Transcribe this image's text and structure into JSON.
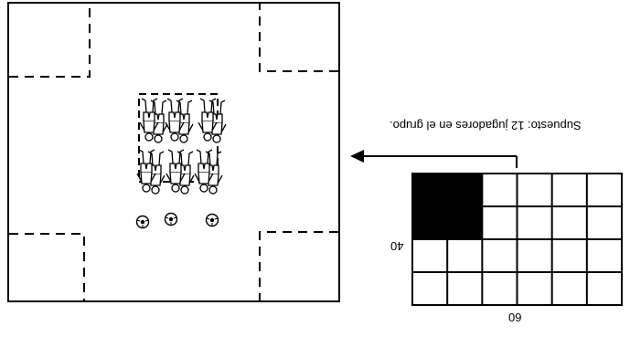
{
  "note": "Supuesto: 12 jugadores en el grupo.",
  "grid": {
    "width_label": "60",
    "height_label": "40",
    "columns": 6,
    "rows": 4,
    "filled_block": {
      "columns": 2,
      "rows": 2
    }
  },
  "field": {
    "player_groups": 6,
    "balls": 3
  },
  "colors": {
    "line": "#000000",
    "background": "#ffffff",
    "fill": "#000000"
  }
}
